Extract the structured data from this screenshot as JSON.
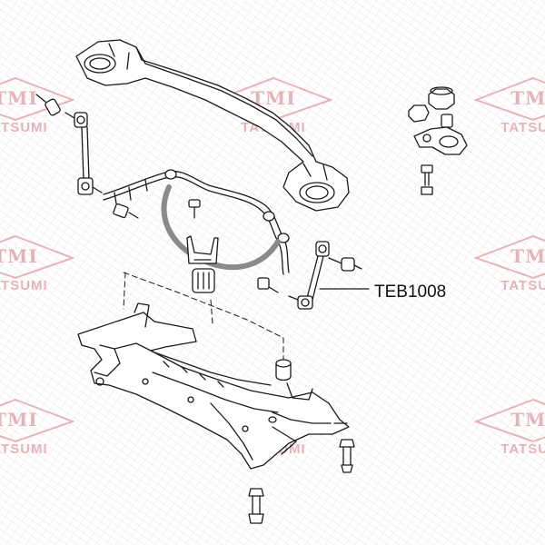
{
  "watermark": {
    "brand_short": "TMI",
    "brand_full": "TATSUMI",
    "color": "#d2788266"
  },
  "callout": {
    "part_number": "TEB1008"
  },
  "line_color": "#1a1a1a"
}
